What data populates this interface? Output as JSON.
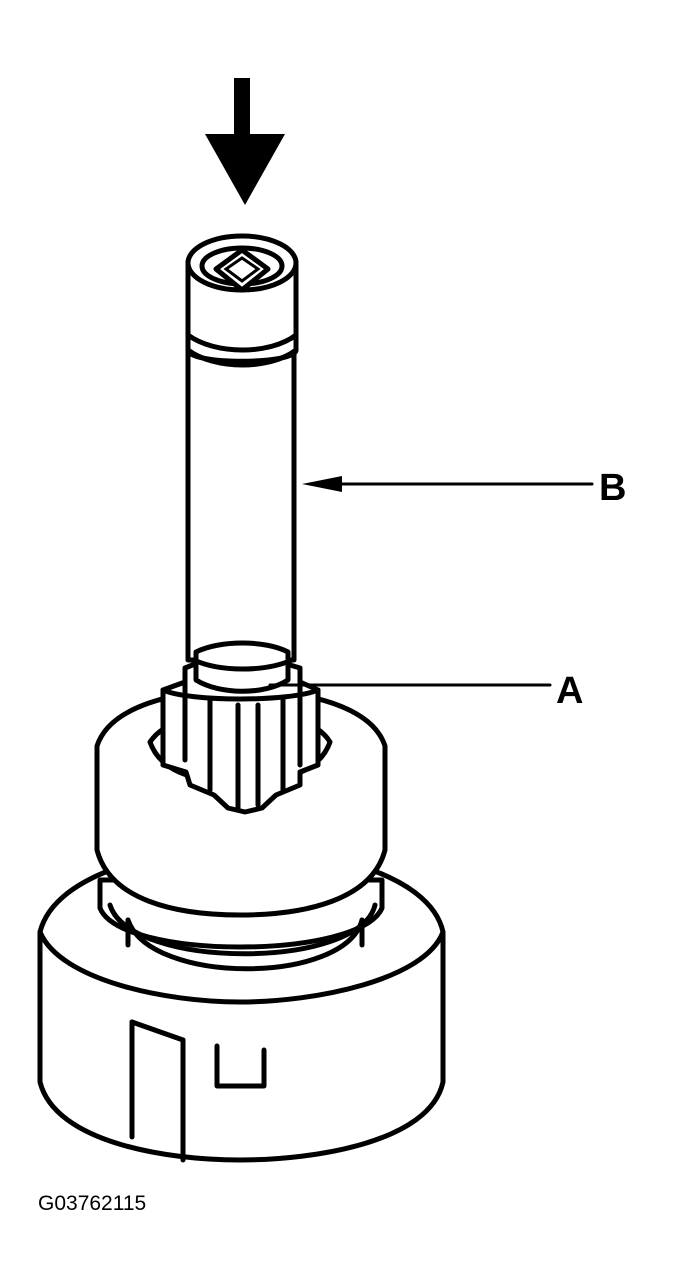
{
  "callouts": {
    "a": "A",
    "b": "B"
  },
  "figure_id": "G03762115",
  "icons": {
    "force_arrow": "down-arrow-icon"
  },
  "colors": {
    "line": "#000000",
    "background": "#ffffff"
  }
}
